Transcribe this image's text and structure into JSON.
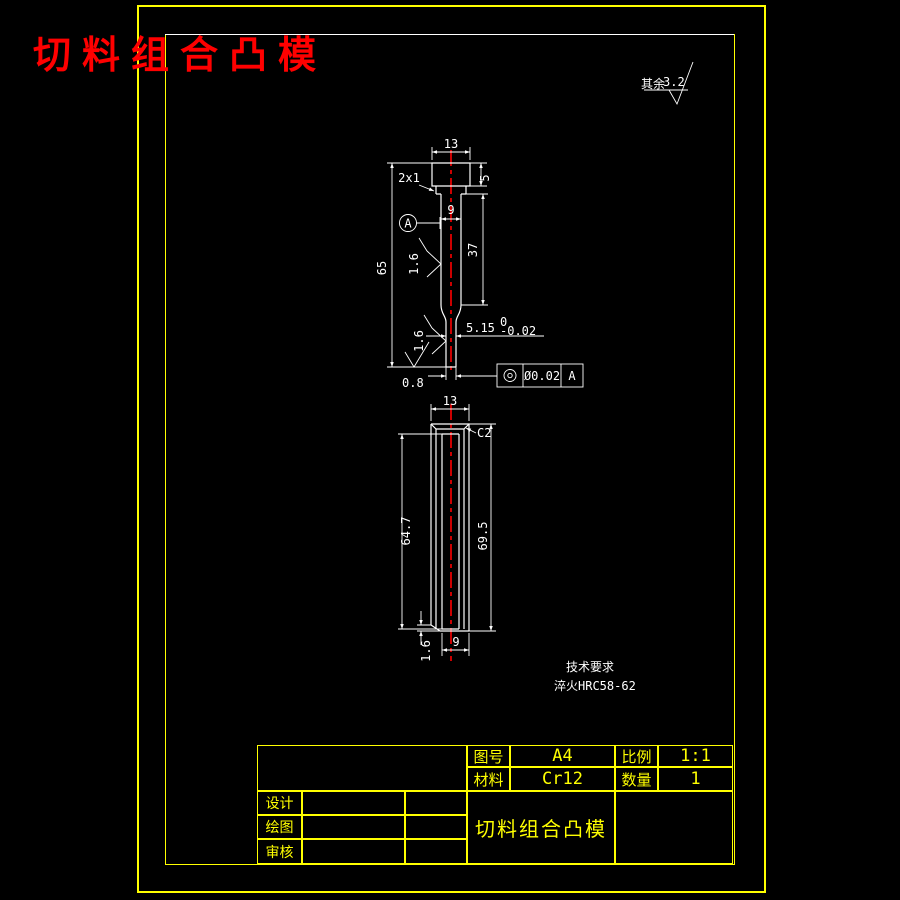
{
  "drawing_title_overlay": "切料组合凸模",
  "general_roughness": {
    "prefix": "其余",
    "value": "3.2"
  },
  "upper_view": {
    "dim_head_width": "13",
    "dim_head_height": "5",
    "dim_groove": "2x1",
    "dim_shank_width": "9",
    "dim_shank_length": "37",
    "dim_total_length": "65",
    "dim_tip_width": "5.15",
    "tip_tol_upper": "0",
    "tip_tol_lower": "-0.02",
    "roughness_shank": "1.6",
    "roughness_tip": "1.6",
    "roughness_bottom": "0.8",
    "datum_label": "A",
    "gdt": {
      "characteristic": "concentricity",
      "tolerance": "Ø0.02",
      "datum": "A"
    }
  },
  "lower_view": {
    "dim_width": "13",
    "chamfer": "C2",
    "dim_slot_length": "64.7",
    "dim_total_length": "69.5",
    "dim_step": "1.6",
    "dim_bottom_width": "9"
  },
  "technical_requirements": {
    "heading": "技术要求",
    "line1": "淬火HRC58-62"
  },
  "title_block": {
    "drawing_no_label": "图号",
    "drawing_no": "A4",
    "scale_label": "比例",
    "scale": "1:1",
    "material_label": "材料",
    "material": "Cr12",
    "quantity_label": "数量",
    "quantity": "1",
    "design_label": "设计",
    "draft_label": "绘图",
    "check_label": "审核",
    "part_name": "切料组合凸模"
  },
  "colors": {
    "background": "#000000",
    "frame": "#ffff00",
    "geometry": "#ffffff",
    "centerline": "#ff0000",
    "overlay_title": "#ff0000",
    "title_block_text": "#ffff00"
  }
}
